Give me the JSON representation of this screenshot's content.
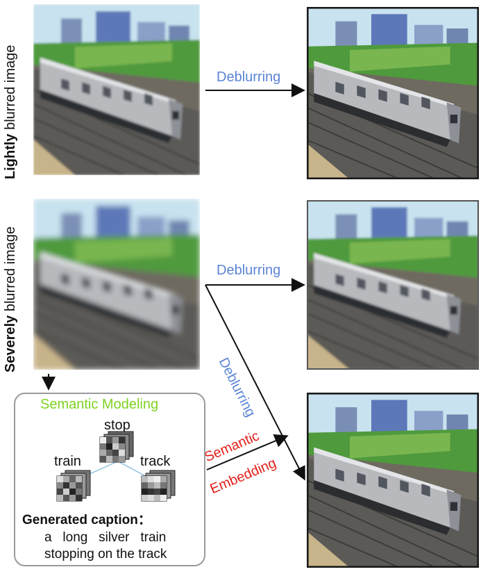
{
  "labels": {
    "light_bold": "Lightly",
    "light_rest": " blurred image",
    "severe_bold": "Severely",
    "severe_rest": " blurred image"
  },
  "arrows": {
    "deblur_1": "Deblurring",
    "deblur_2": "Deblurring",
    "deblur_3": "Deblurring",
    "semantic_1": "Semantic",
    "semantic_2": "Embedding"
  },
  "panel": {
    "title": "Semantic Modeling",
    "words": [
      "stop",
      "train",
      "track"
    ],
    "caption_label": "Generated caption：",
    "caption_line1": "a   long   silver   train",
    "caption_line2": "stopping on the track"
  },
  "colors": {
    "blue": "#5b84d6",
    "red": "#e3201b",
    "green": "#7ed321"
  }
}
